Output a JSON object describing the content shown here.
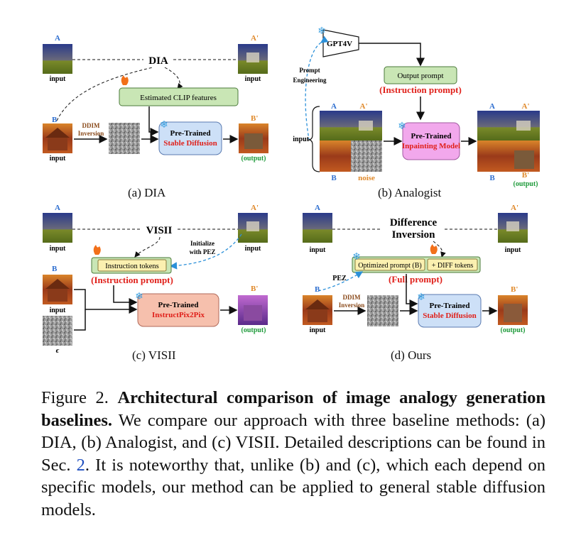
{
  "panels": {
    "a": {
      "caption": "(a) DIA",
      "tag_a": "A",
      "tag_a_prime": "A'",
      "tag_b": "B",
      "tag_b_prime": "B'",
      "input_label_1": "input",
      "input_label_2": "input",
      "input_label_3": "input",
      "center_label": "DIA",
      "features_box": "Estimated CLIP features",
      "ddim_line1": "DDIM",
      "ddim_line2": "Inversion",
      "model_line1": "Pre-Trained",
      "model_line2": "Stable Diffusion",
      "output_label": "(output)"
    },
    "b": {
      "caption": "(b) Analogist",
      "gpt_label": "GPT4V",
      "prompt_eng_1": "Prompt",
      "prompt_eng_2": "Engineering",
      "output_prompt": "Output prompt",
      "instruction_prompt": "(Instruction prompt)",
      "input_label": "input",
      "tag_a": "A",
      "tag_a_prime": "A'",
      "tag_b": "B",
      "noise_label": "noise",
      "model_line1": "Pre-Trained",
      "model_line2": "Inpainting Model",
      "out_tag_a": "A",
      "out_tag_a_prime": "A'",
      "out_tag_b": "B",
      "out_tag_b_prime": "B'",
      "output_label": "(output)"
    },
    "c": {
      "caption": "(c) VISII",
      "tag_a": "A",
      "tag_a_prime": "A'",
      "tag_b": "B",
      "tag_b_prime": "B'",
      "input_label_1": "input",
      "input_label_2": "input",
      "input_label_3": "input",
      "center_label": "VISII",
      "init_1": "Initialize",
      "init_2": "with PEZ",
      "tokens_box": "Instruction tokens",
      "instruction_prompt": "(Instruction prompt)",
      "epsilon": "ϵ",
      "model_line1": "Pre-Trained",
      "model_line2": "InstructPix2Pix",
      "output_label": "(output)"
    },
    "d": {
      "caption": "(d) Ours",
      "tag_a": "A",
      "tag_a_prime": "A'",
      "tag_b": "B",
      "tag_b_prime": "B'",
      "input_label_1": "input",
      "input_label_2": "input",
      "input_label_3": "input",
      "center_line1": "Difference",
      "center_line2": "Inversion",
      "optimized_prompt": "Optimized prompt (B)",
      "diff_tokens": "+ DIFF tokens",
      "pez_label": "PEZ",
      "full_prompt": "(Full prompt)",
      "ddim_line1": "DDIM",
      "ddim_line2": "Inversion",
      "model_line1": "Pre-Trained",
      "model_line2": "Stable Diffusion",
      "output_label": "(output)"
    }
  },
  "caption": {
    "figure_label": "Figure 2.",
    "bold_title": "Architectural comparison of image analogy generation baselines.",
    "text_1": "We compare our approach with three baseline methods: (a) DIA, (b) Analogist, and (c) VISII. Detailed descriptions can be found in Sec.",
    "section_ref": "2",
    "text_2": ". It is noteworthy that, unlike (b) and (c), which each depend on specific models, our method can be applied to general stable diffusion models."
  },
  "colors": {
    "tag_blue": "#2f6fd0",
    "tag_orange": "#e08a2c",
    "prompt_red": "#e0201a",
    "output_green": "#1e9a3a",
    "green_box": "#c9e6b5",
    "blue_box": "#cde0f7",
    "pink_box": "#f2a8ec",
    "salmon_box": "#f6c0ad",
    "yellow_box": "#fbf0b0",
    "dashed_blue": "#2b90d9"
  }
}
